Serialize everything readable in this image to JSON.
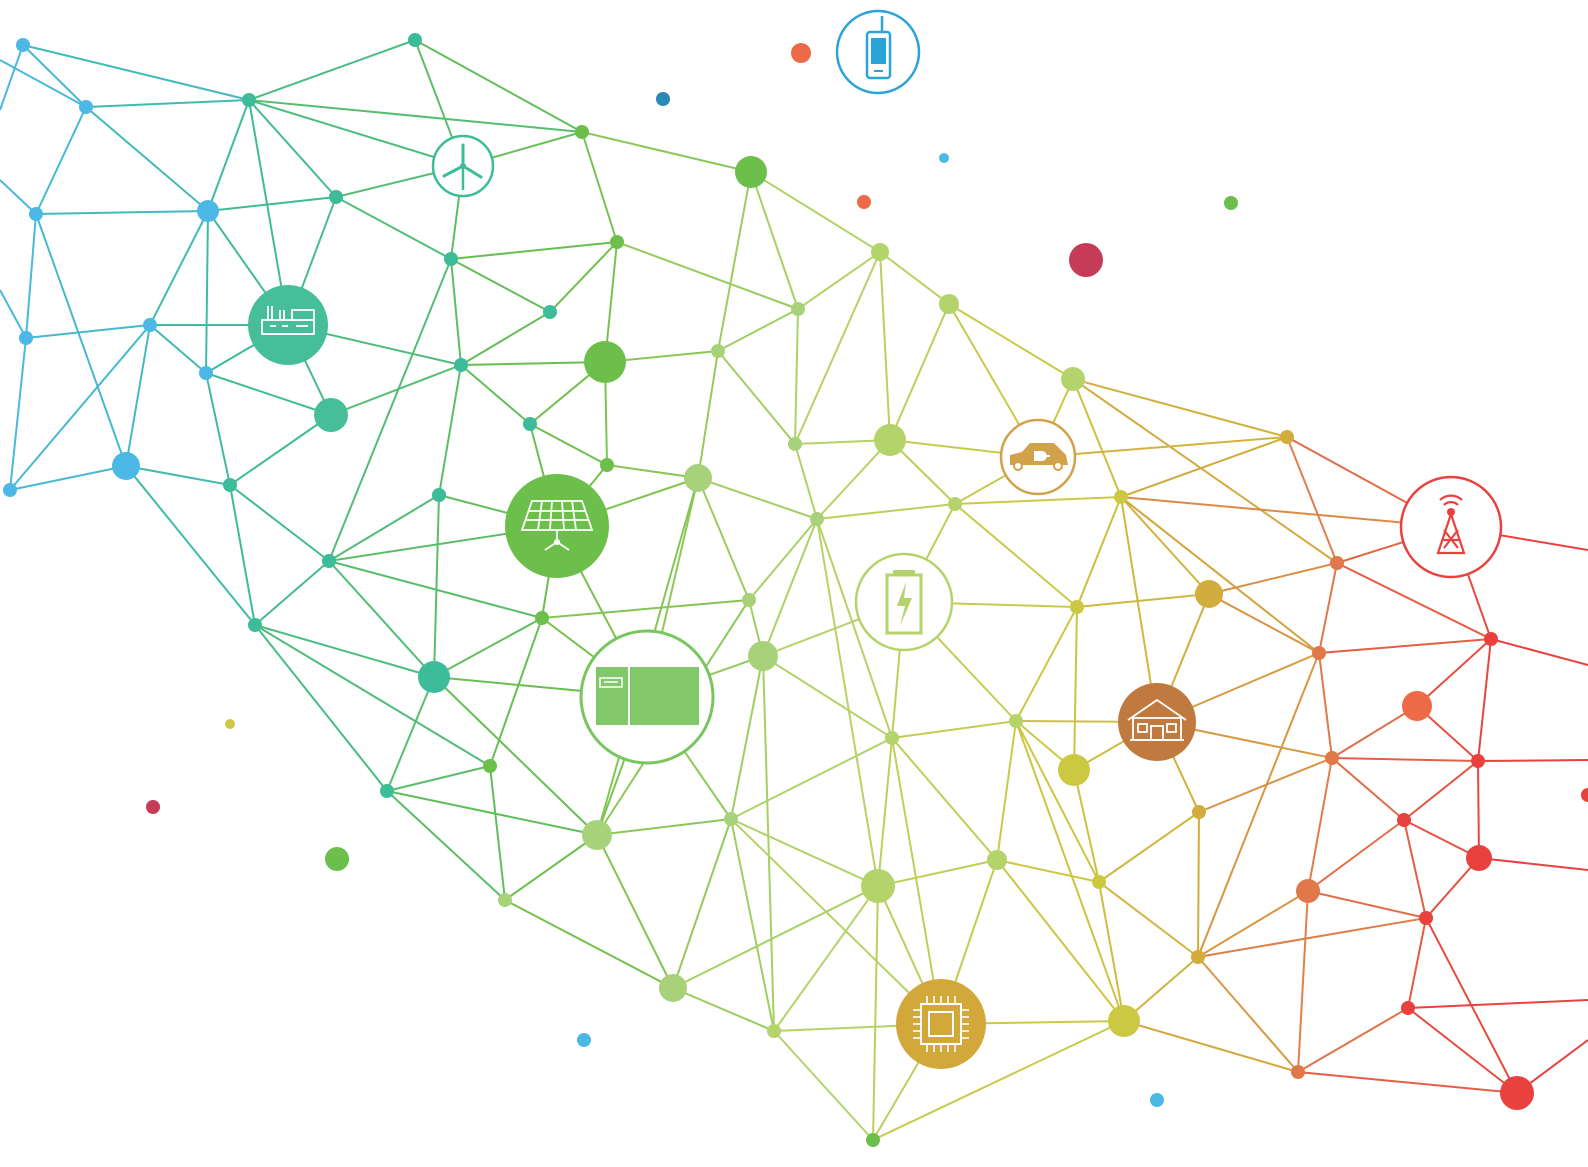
{
  "diagram": {
    "kind": "energy-iot-network-graph",
    "palette": {
      "blue": "#4cb8e6",
      "teal": "#3cbc98",
      "green": "#6cbf4a",
      "lime": "#b4d36a",
      "olive": "#ccc842",
      "gold": "#d2ac3c",
      "orange": "#e0784a",
      "red": "#e8413e",
      "background": "#ffffff"
    },
    "icons": [
      {
        "name": "wind-turbine-icon",
        "style": "outline",
        "color": "#3cbc98"
      },
      {
        "name": "factory-icon",
        "style": "filled",
        "color": "#3cbc98"
      },
      {
        "name": "solar-panel-icon",
        "style": "filled",
        "color": "#6cbf4a"
      },
      {
        "name": "energy-storage-cabinet-icon",
        "style": "outline",
        "color": "#78c660"
      },
      {
        "name": "battery-charging-icon",
        "style": "outline",
        "color": "#b4d36a"
      },
      {
        "name": "electric-car-icon",
        "style": "outline",
        "color": "#d2a24a"
      },
      {
        "name": "mobile-phone-icon",
        "style": "outline",
        "color": "#2aa3d8"
      },
      {
        "name": "house-icon",
        "style": "filled",
        "color": "#c07a40"
      },
      {
        "name": "cpu-chip-icon",
        "style": "filled",
        "color": "#d2a83a"
      },
      {
        "name": "radio-tower-icon",
        "style": "outline",
        "color": "#e8413e"
      }
    ]
  }
}
